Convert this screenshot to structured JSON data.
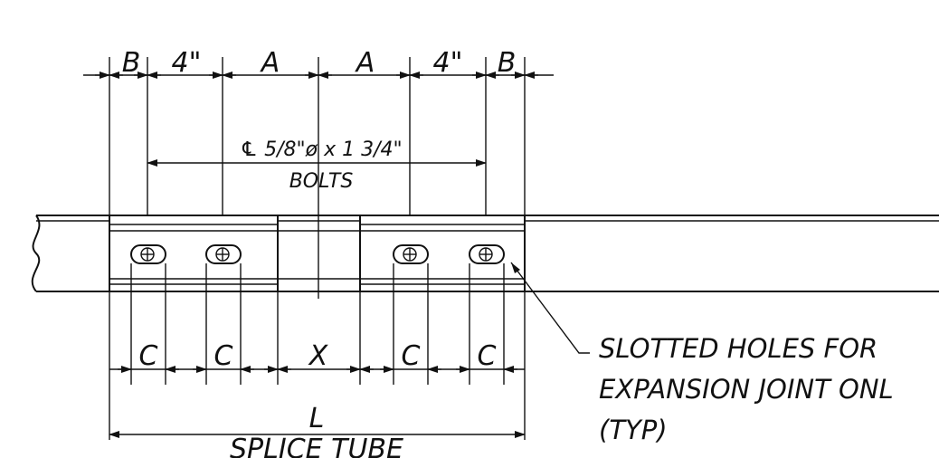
{
  "top_dimensions": {
    "b_left": "B",
    "spacing_left": "4\"",
    "a_left": "A",
    "a_right": "A",
    "spacing_right": "4\"",
    "b_right": "B"
  },
  "bolt_callout": {
    "line1": "℄ 5/8\"ø x 1 3/4\"",
    "line2": "BOLTS"
  },
  "bottom_dimensions": {
    "c1": "C",
    "c2": "C",
    "x": "X",
    "c3": "C",
    "c4": "C"
  },
  "overall": {
    "length_label": "L",
    "splice_label": "SPLICE TUBE"
  },
  "note": {
    "line1": "SLOTTED HOLES FOR",
    "line2": "EXPANSION JOINT ONL",
    "line3": "(TYP)"
  }
}
